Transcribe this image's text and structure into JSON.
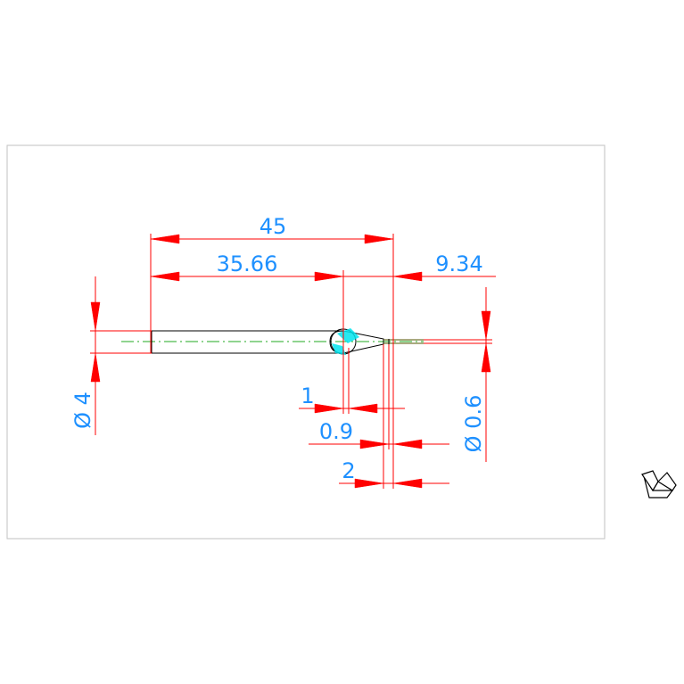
{
  "drawing": {
    "dimensions": {
      "overall_length": "45",
      "body_length": "35.66",
      "tip_length": "9.34",
      "step_1": "1",
      "step_0_9": "0.9",
      "step_2": "2",
      "body_diameter": "Ø 4",
      "tip_diameter": "Ø 0.6"
    },
    "colors": {
      "dimension_lines": "#ff0000",
      "dimension_text": "#1e90ff",
      "centerline": "#22aa22",
      "part_outline": "#000000",
      "highlight": "#00e5ee",
      "frame": "#c0c0c0"
    },
    "icons": {
      "ucs_icon": "ucs-paperspace-icon"
    }
  }
}
